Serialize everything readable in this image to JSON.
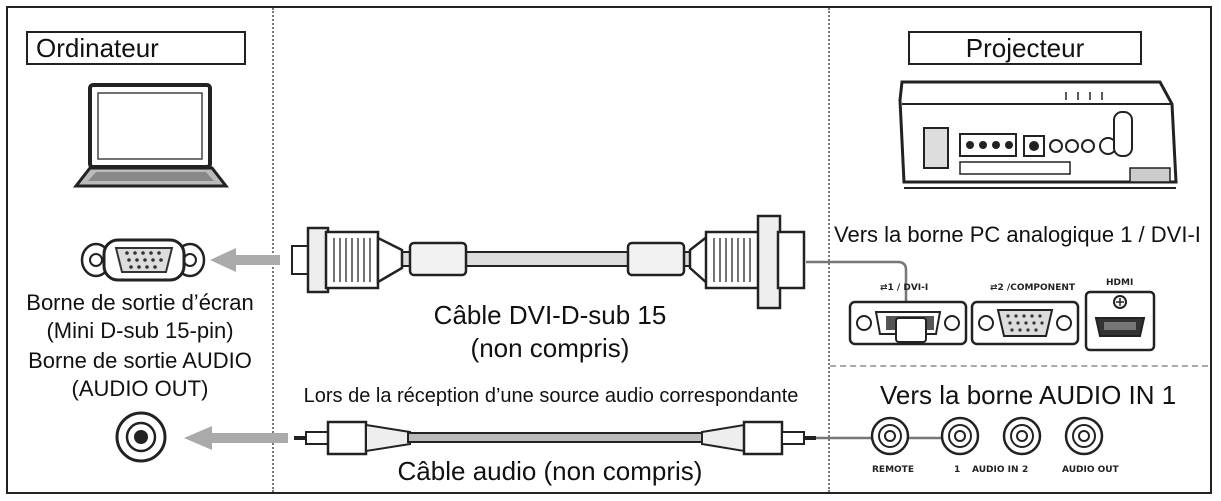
{
  "computer": {
    "title": "Ordinateur",
    "video_terminal": "Borne de sortie d’écran",
    "video_terminal_spec": "(Mini D-sub 15-pin)",
    "audio_terminal": "Borne de sortie AUDIO",
    "audio_terminal_spec": "(AUDIO OUT)"
  },
  "cables": {
    "video_cable": "Câble DVI-D-sub 15",
    "video_cable_note": "(non compris)",
    "audio_condition": "Lors de la réception d’une source audio correspondante",
    "audio_cable": "Câble audio (non compris)"
  },
  "projector": {
    "title": "Projecteur",
    "video_target": "Vers la borne PC analogique 1 / DVI-I",
    "audio_target": "Vers la borne AUDIO IN 1",
    "port_labels": {
      "dvi": "⇄1 / DVI-I",
      "component": "⇄2 /COMPONENT",
      "hdmi": "HDMI",
      "remote": "REMOTE",
      "audio_in_1": "1",
      "audio_in": "AUDIO IN",
      "audio_in_2": "2",
      "audio_out": "AUDIO OUT"
    }
  }
}
